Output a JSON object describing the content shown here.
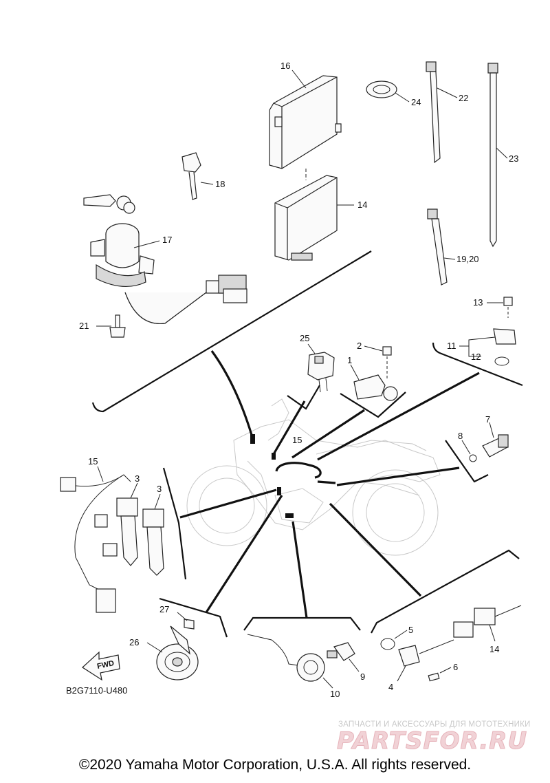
{
  "diagram": {
    "drawing_code": "B2G7110-U480",
    "direction_label": "FWD",
    "callouts": {
      "p1": "1",
      "p2": "2",
      "p3a": "3",
      "p3b": "3",
      "p4": "4",
      "p5": "5",
      "p6": "6",
      "p7": "7",
      "p8": "8",
      "p9": "9",
      "p10": "10",
      "p11": "11",
      "p12": "12",
      "p13": "13",
      "p14a": "14",
      "p14b": "14",
      "p15a": "15",
      "p15b": "15",
      "p16": "16",
      "p17": "17",
      "p18": "18",
      "p19_20": "19,20",
      "p21": "21",
      "p22": "22",
      "p23": "23",
      "p24": "24",
      "p25": "25",
      "p26": "26",
      "p27": "27"
    }
  },
  "watermark": {
    "tagline": "ЗАПЧАСТИ И АКСЕССУАРЫ ДЛЯ МОТОТЕХНИКИ",
    "brand": "PARTSFOR.RU"
  },
  "footer": {
    "copyright": "©2020 Yamaha Motor Corporation, U.S.A. All rights reserved."
  }
}
